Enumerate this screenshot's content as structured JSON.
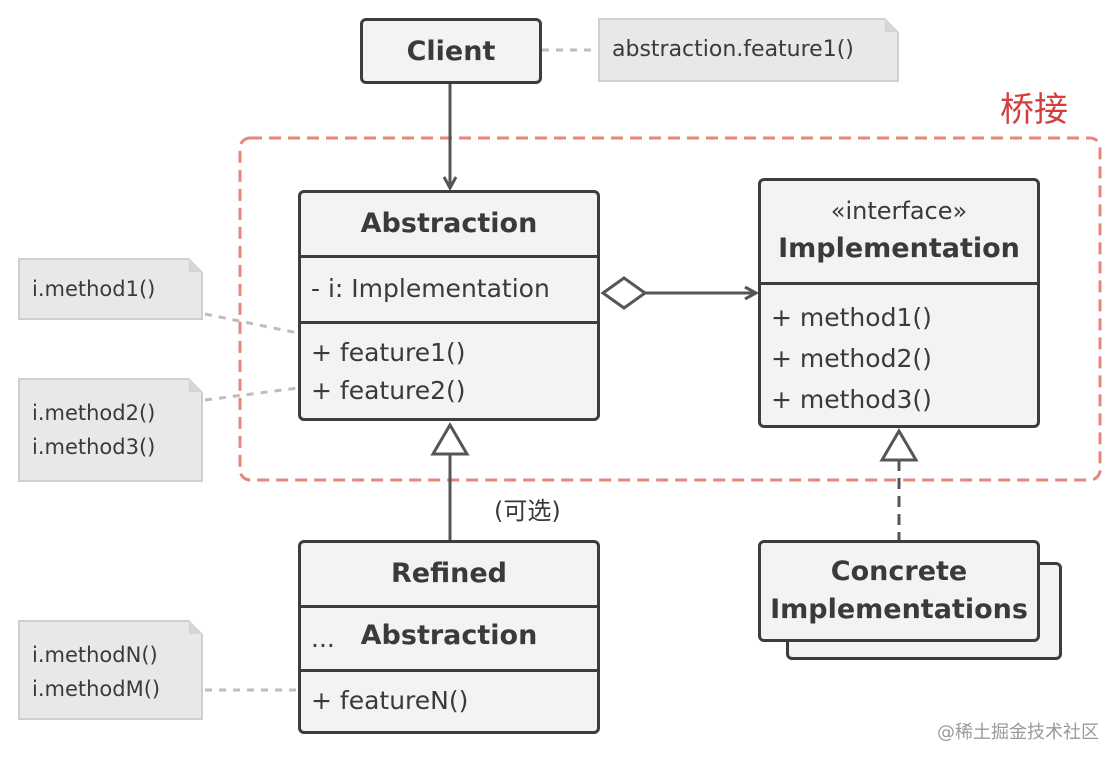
{
  "client": {
    "title": "Client"
  },
  "client_note": "abstraction.feature1()",
  "bridge_label": "桥接",
  "abstraction": {
    "title": "Abstraction",
    "fields": [
      "- i: Implementation"
    ],
    "methods": [
      "+ feature1()",
      "+ feature2()"
    ]
  },
  "implementation": {
    "stereotype": "«interface»",
    "title": "Implementation",
    "methods": [
      "+ method1()",
      "+ method2()",
      "+ method3()"
    ]
  },
  "refined": {
    "title": "Refined Abstraction",
    "fields": [
      "..."
    ],
    "methods": [
      "+ featureN()"
    ]
  },
  "concrete": {
    "title_line1": "Concrete",
    "title_line2": "Implementations"
  },
  "notes": {
    "feature1": "i.method1()",
    "feature2_line1": "i.method2()",
    "feature2_line2": "i.method3()",
    "featureN_line1": "i.methodN()",
    "featureN_line2": "i.methodM()"
  },
  "optional_label": "(可选)",
  "watermark": "@稀土掘金技术社区",
  "colors": {
    "bridge": "#e8867a",
    "bridge_text": "#d43e3e",
    "stroke": "#3d3d3d",
    "box_fill": "#f3f3f3",
    "note_fill": "#e8e8e8"
  }
}
